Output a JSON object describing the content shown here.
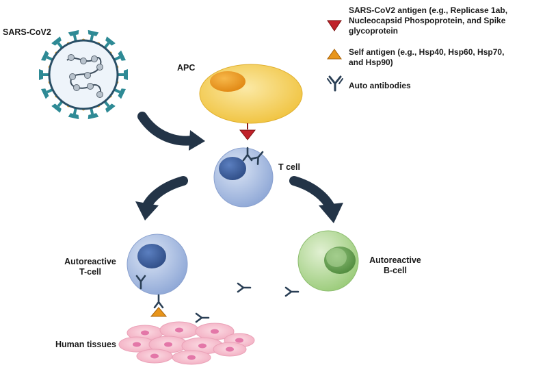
{
  "labels": {
    "virus": "SARS-CoV2",
    "apc": "APC",
    "t_cell": "T cell",
    "auto_t": [
      "Autoreactive",
      "T-cell"
    ],
    "auto_b": [
      "Autoreactive",
      "B-cell"
    ],
    "tissues": "Human tissues"
  },
  "legend": {
    "items": [
      {
        "icon": "red-triangle-icon",
        "lines": [
          "SARS-CoV2 antigen (e.g., Replicase 1ab,",
          "Nucleocapsid Phospoprotein, and Spike",
          "glycoprotein"
        ]
      },
      {
        "icon": "orange-triangle-icon",
        "lines": [
          "Self antigen (e.g., Hsp40, Hsp60, Hsp70,",
          "and Hsp90)"
        ]
      },
      {
        "icon": "antibody-icon",
        "lines": [
          "Auto antibodies"
        ]
      }
    ]
  },
  "colors": {
    "virus_spike": "#2e8a95",
    "virus_body": "#e8f0f8",
    "apc": "#f4cc4c",
    "apc_nucleus": "#e89a1a",
    "t_cell": "#9fb6de",
    "t_nucleus": "#3f5f9c",
    "b_cell": "#a9d48c",
    "b_nucleus": "#5f9c48",
    "sars_antigen": "#c0222a",
    "self_antigen": "#e8951a",
    "antibody": "#2a3f55",
    "tissue": "#f7c2cf",
    "tissue_nucleus": "#e377a8",
    "arrow": "#233447"
  }
}
